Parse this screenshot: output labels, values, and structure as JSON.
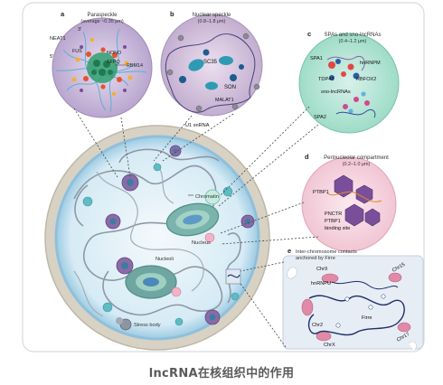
{
  "panels": {
    "a": {
      "letter": "a",
      "title": "Paraspeckle",
      "size": "(average ~0.35 μm)",
      "labels": {
        "neat1": "NEAT1",
        "five_prime": "5'",
        "three_prime": "3'",
        "fus": "FUS",
        "nono": "NONO",
        "sfpq": "SFPQ",
        "rbm14": "RBM14"
      }
    },
    "b": {
      "letter": "b",
      "title": "Nuclear speckle",
      "size": "(0.8–1.8 μm)",
      "labels": {
        "sc35": "SC35",
        "son": "SON",
        "malat1": "MALAT1",
        "u1": "U1 snRNA"
      }
    },
    "c": {
      "letter": "c",
      "title": "SPAs and sno-lncRNAs",
      "size": "(0.4–1.2 μm)",
      "labels": {
        "spa1": "SPA1",
        "hnrnpm": "hnRNPM",
        "tdp43": "TDP43",
        "rbfox2": "RBFOX2",
        "sno": "sno-lncRNAs",
        "spa2": "SPA2"
      }
    },
    "d": {
      "letter": "d",
      "title": "Perinucleolar compartment",
      "size": "(0.2–1.0 μm)",
      "labels": {
        "ptbp1": "PTBP1",
        "pnctr": "PNCTR",
        "binding1": "PTBP1",
        "binding2": "binding site"
      }
    },
    "e": {
      "letter": "e",
      "title1": "Inter-chromosome contacts",
      "title2": "anchored by Firre",
      "labels": {
        "chr9": "Chr9",
        "chr15": "Chr15",
        "hnrnpu": "hnRNPU",
        "firre": "Firre",
        "chr2": "Chr2",
        "chrx": "ChrX",
        "chr17": "Chr17"
      }
    }
  },
  "nucleus_labels": {
    "chromatin": "Chromatin",
    "nucleus": "Nucleus",
    "nucleoli": "Nucleoli",
    "stress": "Stress body"
  },
  "caption": "lncRNA在核组织中的作用"
}
